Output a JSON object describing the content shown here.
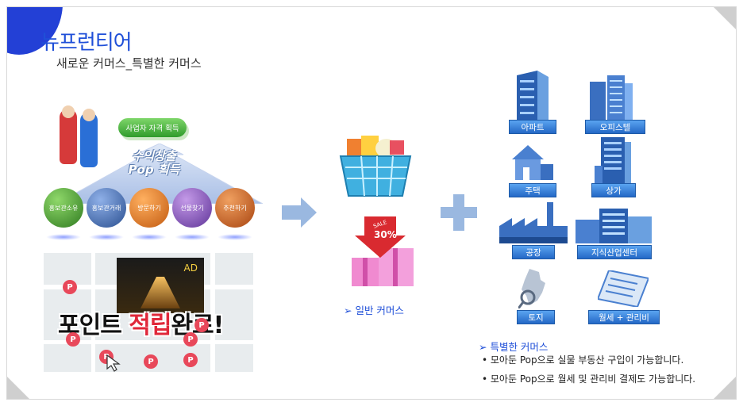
{
  "header": {
    "title": "뉴프런티어",
    "subtitle": "새로운 커머스_특별한 커머스"
  },
  "left_diagram": {
    "top_pill": "사업자 자격 획득",
    "triangle_text_line1": "수익창출",
    "triangle_text_line2": "Pop 획득",
    "balls": [
      {
        "label": "홍보관소유",
        "color": "#3f8f2a"
      },
      {
        "label": "홍보관거래",
        "color": "#3a5fa8"
      },
      {
        "label": "방문하기",
        "color": "#d9731a"
      },
      {
        "label": "선물찾기",
        "color": "#7a4fb0"
      },
      {
        "label": "추천하기",
        "color": "#c0561a"
      }
    ]
  },
  "map_banner": {
    "ad_label": "AD",
    "text_part1": "포인트 ",
    "text_part2": "적립",
    "text_part3": "완료!",
    "pin_letter": "P"
  },
  "middle": {
    "sale_label": "SALE",
    "sale_percent": "30%",
    "general_commerce": "➢  일반 커머스"
  },
  "right_grid": {
    "items": [
      {
        "label": "아파트"
      },
      {
        "label": "오피스텔"
      },
      {
        "label": "주택"
      },
      {
        "label": "상가"
      },
      {
        "label": "공장"
      },
      {
        "label": "지식산업센터"
      },
      {
        "label": "토지"
      },
      {
        "label": "월세 + 관리비"
      }
    ],
    "special_heading": "➢  특별한 커머스",
    "bullets": [
      "•    모아둔 Pop으로 실물 부동산 구입이 가능합니다.",
      "•    모아둔 Pop으로 월세 및 관리비 결제도 가능합니다."
    ]
  },
  "colors": {
    "accent": "#1f4fd8",
    "label_blue": "#2468c6"
  }
}
